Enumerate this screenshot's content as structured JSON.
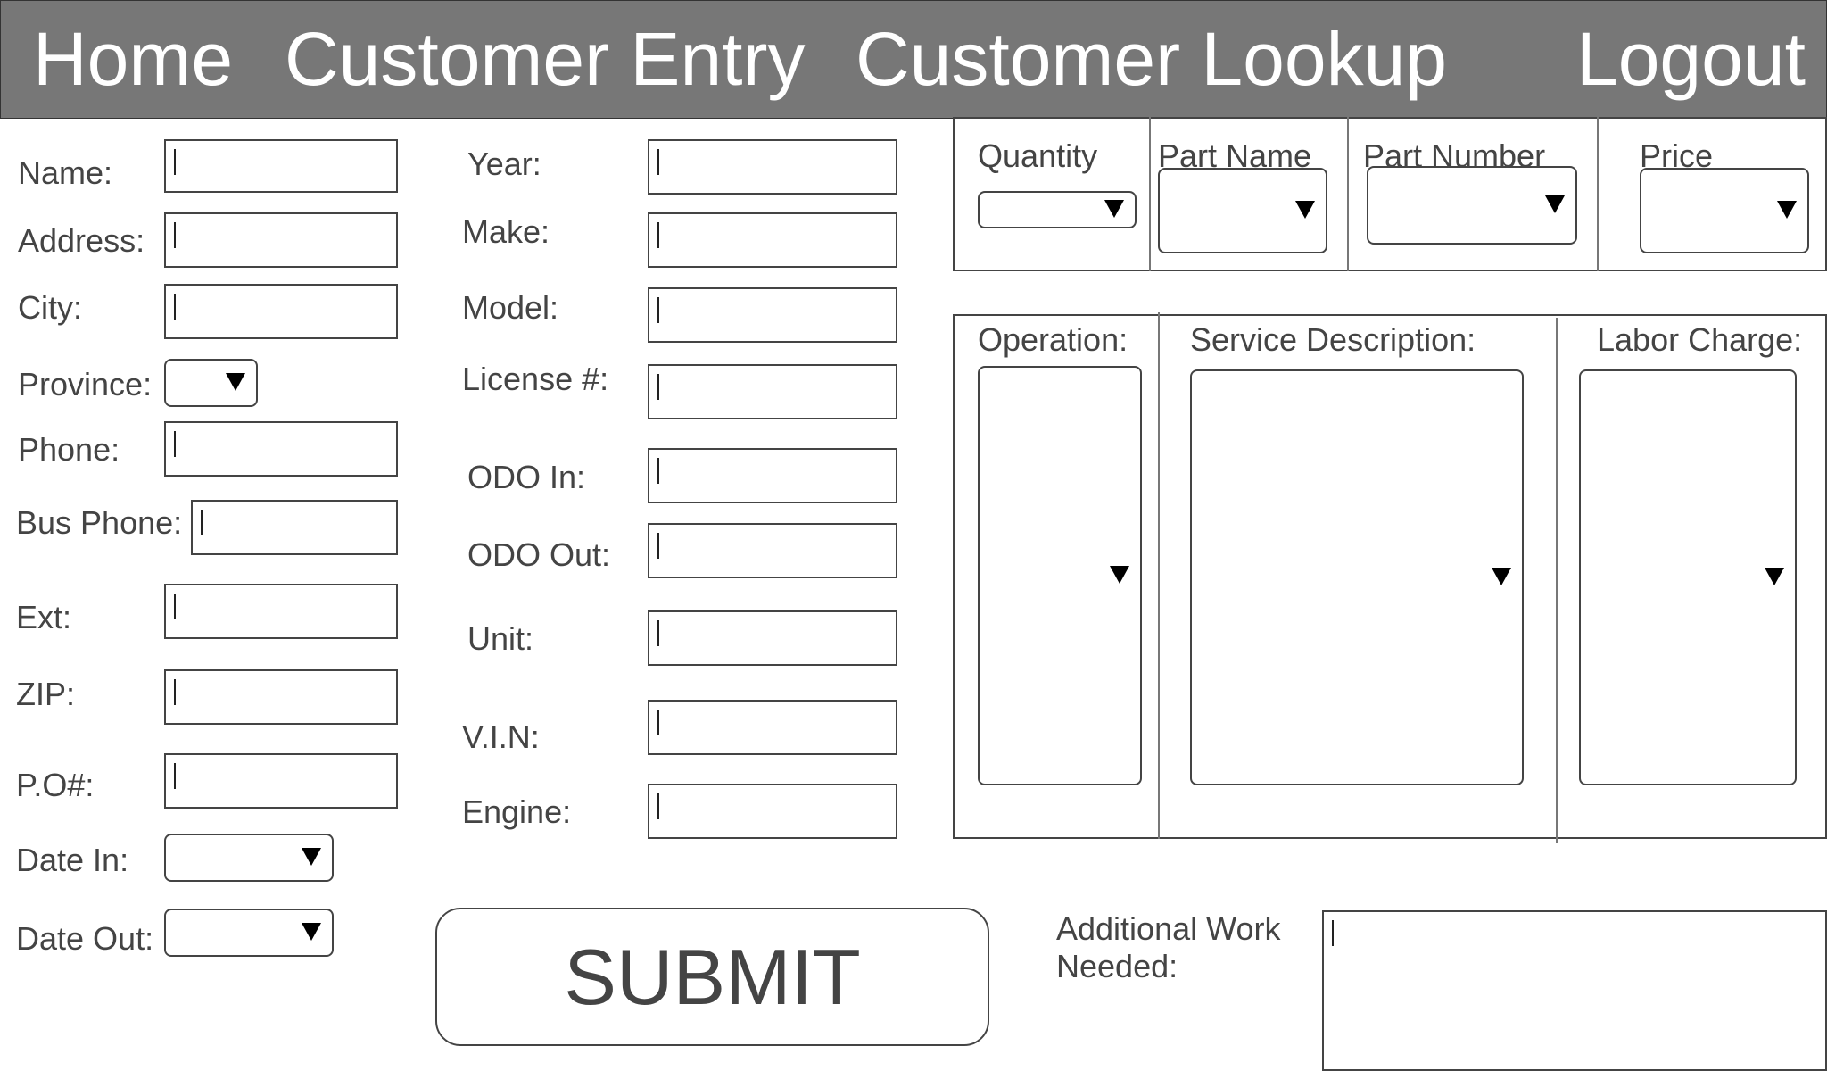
{
  "nav": {
    "home": "Home",
    "customer_entry": "Customer Entry",
    "customer_lookup": "Customer Lookup",
    "logout": "Logout"
  },
  "customer": {
    "name": "Name:",
    "address": "Address:",
    "city": "City:",
    "province": "Province:",
    "phone": "Phone:",
    "bus_phone": "Bus Phone:",
    "ext": "Ext:",
    "zip": "ZIP:",
    "po": "P.O#:",
    "date_in": "Date In:",
    "date_out": "Date Out:"
  },
  "vehicle": {
    "year": "Year:",
    "make": "Make:",
    "model": "Model:",
    "license": "License #:",
    "odo_in": "ODO In:",
    "odo_out": "ODO Out:",
    "unit": "Unit:",
    "vin": "V.I.N:",
    "engine": "Engine:"
  },
  "parts": {
    "quantity": "Quantity",
    "part_name": "Part Name",
    "part_number": "Part Number",
    "price": "Price"
  },
  "service": {
    "operation": "Operation:",
    "description": "Service Description:",
    "labor": "Labor Charge:"
  },
  "additional": {
    "label_line1": "Additional Work",
    "label_line2": "Needed:"
  },
  "submit_label": "SUBMIT",
  "colors": {
    "nav_background": "#777777",
    "nav_text": "#ffffff",
    "label_text": "#444444"
  },
  "icons": {
    "dropdown": "dropdown-arrow-icon",
    "text_cursor": "text-caret-icon"
  }
}
